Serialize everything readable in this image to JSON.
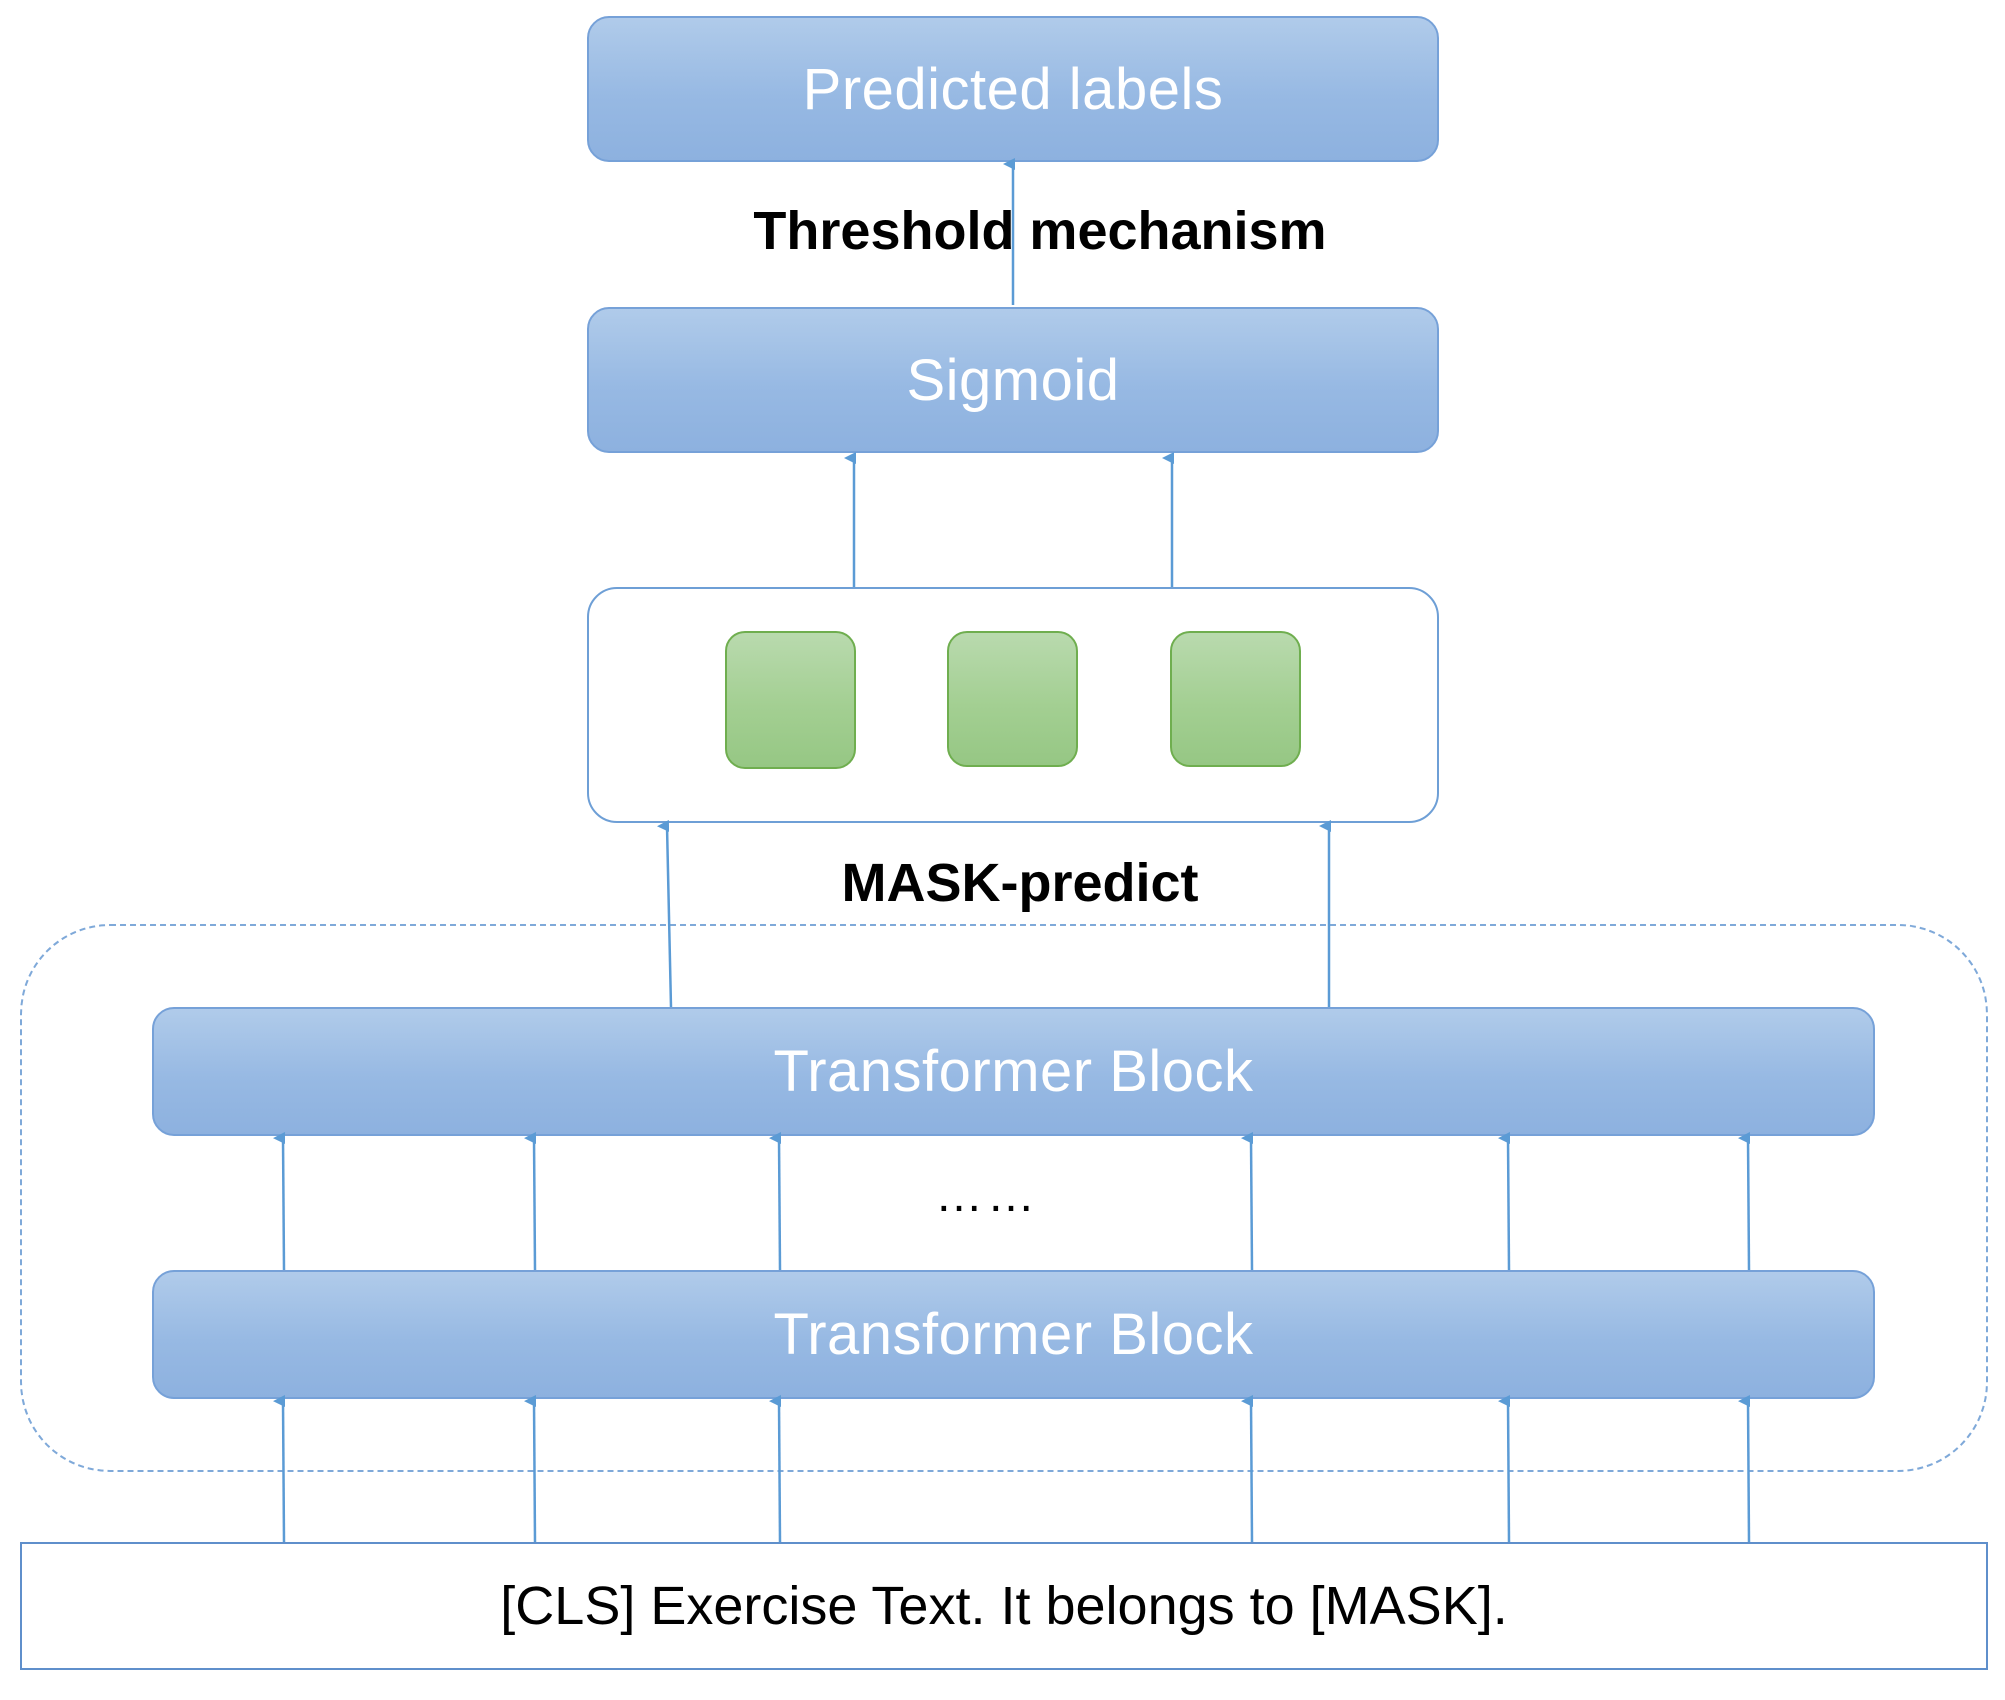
{
  "colors": {
    "box_fill": "#9dbfe5",
    "box_border": "#76a1d8",
    "green_fill": "#a3cf92",
    "green_border": "#6fae4f",
    "arrow": "#5b9bd5",
    "dashed_border": "#7fa9d9"
  },
  "boxes": {
    "predicted_labels": "Predicted labels",
    "sigmoid": "Sigmoid",
    "transformer_top": "Transformer Block",
    "transformer_bottom": "Transformer Block",
    "input_text": "[CLS] Exercise Text. It belongs to [MASK]."
  },
  "labels": {
    "threshold": "Threshold mechanism",
    "mask_predict": "MASK-predict",
    "ellipsis": "……"
  }
}
